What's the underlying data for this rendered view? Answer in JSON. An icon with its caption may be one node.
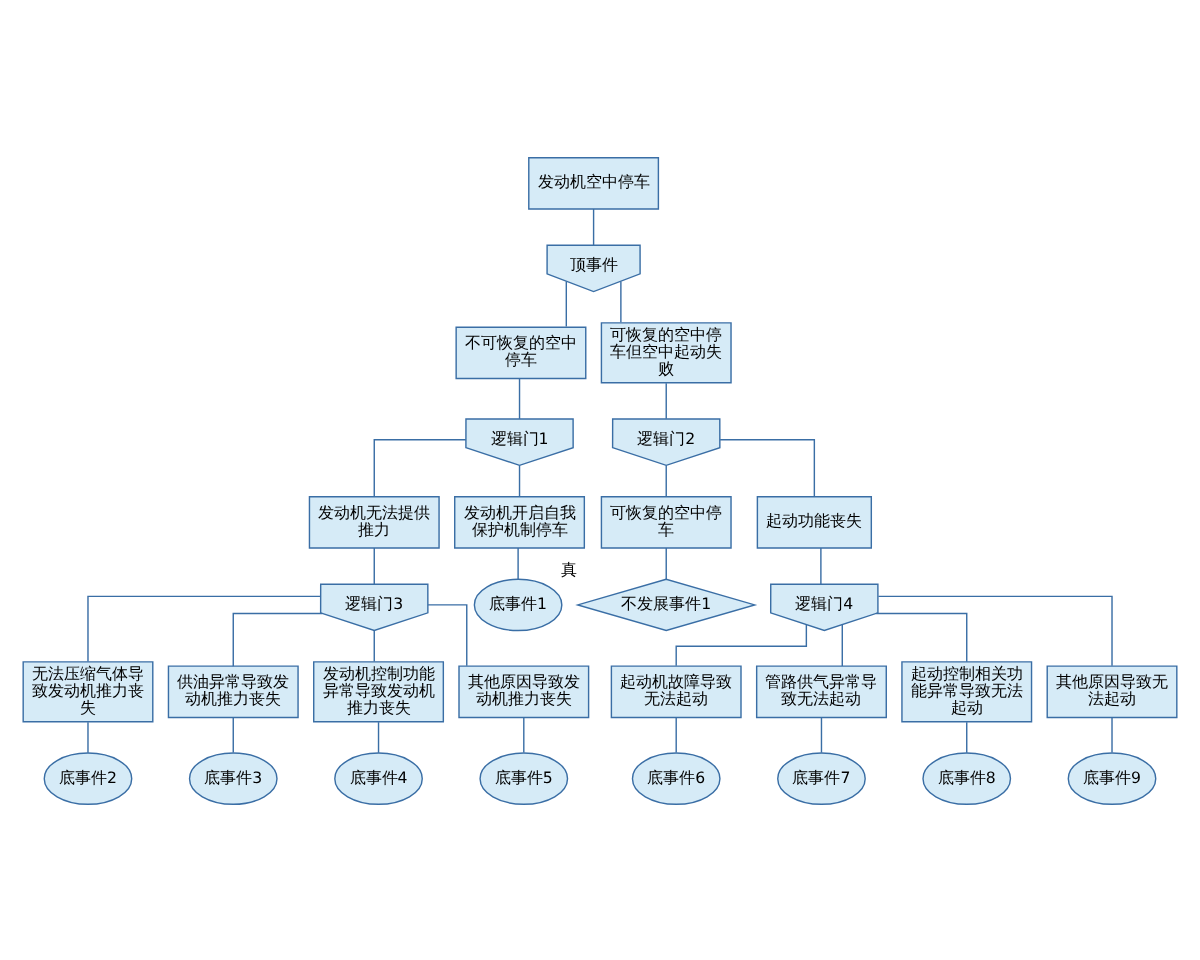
{
  "diagram": {
    "nodes": [
      {
        "text": [
          "发动机空中停车"
        ]
      },
      {
        "text": [
          "顶事件"
        ]
      },
      {
        "text": [
          "不可恢复的空中停车"
        ]
      },
      {
        "text": [
          "可恢复的空中停车但空中起动失败"
        ]
      },
      {
        "text": [
          "逻辑门1"
        ]
      },
      {
        "text": [
          "逻辑门2"
        ]
      },
      {
        "text": [
          "发动机无法提供推力"
        ]
      },
      {
        "text": [
          "发动机开启自我保护机制停车"
        ]
      },
      {
        "text": [
          "可恢复的空中停车"
        ]
      },
      {
        "text": [
          "起动功能丧失"
        ]
      },
      {
        "text": [
          "逻辑门3"
        ]
      },
      {
        "text": [
          "底事件1"
        ]
      },
      {
        "text": [
          "不发展事件1"
        ],
        "beside": [
          "真"
        ]
      },
      {
        "text": [
          "逻辑门4"
        ]
      },
      {
        "text": [
          "无法压缩气体导致发动机推力丧失"
        ]
      },
      {
        "text": [
          "供油异常导致发动机推力丧失"
        ]
      },
      {
        "text": [
          "发动机控制功能异常导致发动机推力丧失"
        ]
      },
      {
        "text": [
          "其他原因导致发动机推力丧失"
        ]
      },
      {
        "text": [
          "起动机故障导致无法起动"
        ]
      },
      {
        "text": [
          "管路供气异常导致无法起动"
        ]
      },
      {
        "text": [
          "起动控制相关功能异常导致无法起动"
        ]
      },
      {
        "text": [
          "其他原因导致无法起动"
        ]
      },
      {
        "text": [
          "底事件2"
        ]
      },
      {
        "text": [
          "底事件3"
        ]
      },
      {
        "text": [
          "底事件4"
        ]
      },
      {
        "text": [
          "底事件5"
        ]
      },
      {
        "text": [
          "底事件6"
        ]
      },
      {
        "text": [
          "底事件7"
        ]
      },
      {
        "text": [
          "底事件8"
        ]
      },
      {
        "text": [
          "底事件9"
        ]
      }
    ],
    "edges": [
      {
        "from": 0,
        "to": 1,
        "arrow": "none"
      },
      {
        "from": 1,
        "to": 2,
        "arrow": "none"
      },
      {
        "from": 1,
        "to": 3,
        "arrow": "none"
      },
      {
        "from": 2,
        "to": 4,
        "arrow": "none"
      },
      {
        "from": 3,
        "to": 5,
        "arrow": "none"
      },
      {
        "from": 4,
        "to": 6,
        "arrow": "none"
      },
      {
        "from": 4,
        "to": 7,
        "arrow": "none"
      },
      {
        "from": 5,
        "to": 8,
        "arrow": "none"
      },
      {
        "from": 5,
        "to": 9,
        "arrow": "none"
      },
      {
        "from": 6,
        "to": 10,
        "arrow": "none"
      },
      {
        "from": 7,
        "to": 11,
        "arrow": "none"
      },
      {
        "from": 8,
        "to": 12,
        "arrow": "none"
      },
      {
        "from": 9,
        "to": 13,
        "arrow": "none"
      },
      {
        "from": 10,
        "to": 14,
        "arrow": "none"
      },
      {
        "from": 10,
        "to": 15,
        "arrow": "none"
      },
      {
        "from": 10,
        "to": 16,
        "arrow": "none"
      },
      {
        "from": 10,
        "to": 17,
        "arrow": "none"
      },
      {
        "from": 13,
        "to": 18,
        "arrow": "none"
      },
      {
        "from": 13,
        "to": 19,
        "arrow": "none"
      },
      {
        "from": 13,
        "to": 20,
        "arrow": "none"
      },
      {
        "from": 13,
        "to": 21,
        "arrow": "none"
      },
      {
        "from": 14,
        "to": 22,
        "arrow": "none"
      },
      {
        "from": 15,
        "to": 23,
        "arrow": "none"
      },
      {
        "from": 16,
        "to": 24,
        "arrow": "none"
      },
      {
        "from": 17,
        "to": 25,
        "arrow": "none"
      },
      {
        "from": 18,
        "to": 26,
        "arrow": "none"
      },
      {
        "from": 19,
        "to": 27,
        "arrow": "none"
      },
      {
        "from": 20,
        "to": 28,
        "arrow": "none"
      },
      {
        "from": 21,
        "to": 29,
        "arrow": "none"
      }
    ]
  }
}
